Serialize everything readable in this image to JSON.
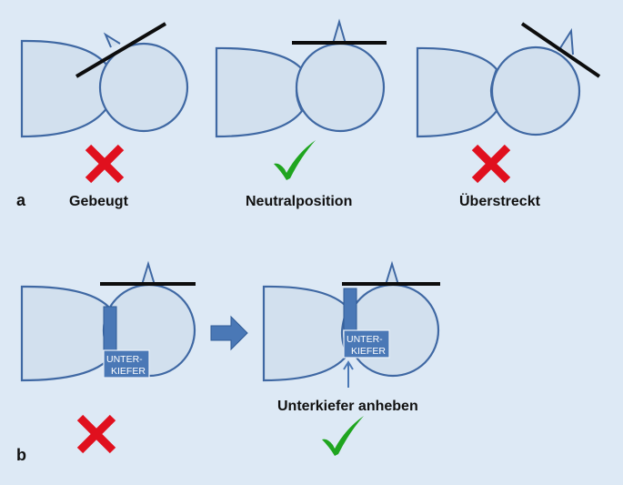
{
  "colors": {
    "background": "#dde9f5",
    "shape_fill": "#d2e0ee",
    "shape_stroke": "#3f68a3",
    "jaw_fill": "#4a78b6",
    "wrong": "#e0101e",
    "correct": "#1fa51f",
    "line": "#0d0d0d"
  },
  "icons": {
    "wrong": "cross-icon",
    "correct": "checkmark-icon",
    "arrow": "right-arrow-icon"
  },
  "panel_a": {
    "letter": "a",
    "positions": [
      {
        "label": "Gebeugt",
        "verdict": "wrong"
      },
      {
        "label": "Neutralposition",
        "verdict": "correct"
      },
      {
        "label": "Überstreckt",
        "verdict": "wrong"
      }
    ]
  },
  "panel_b": {
    "letter": "b",
    "jaw_label_line1": "UNTER-",
    "jaw_label_line2": "KIEFER",
    "jaw_label_line1_right": "UNTER-",
    "jaw_label_line2_right": "KIEFER",
    "action_label": "Unterkiefer anheben",
    "left_verdict": "wrong",
    "right_verdict": "correct"
  }
}
